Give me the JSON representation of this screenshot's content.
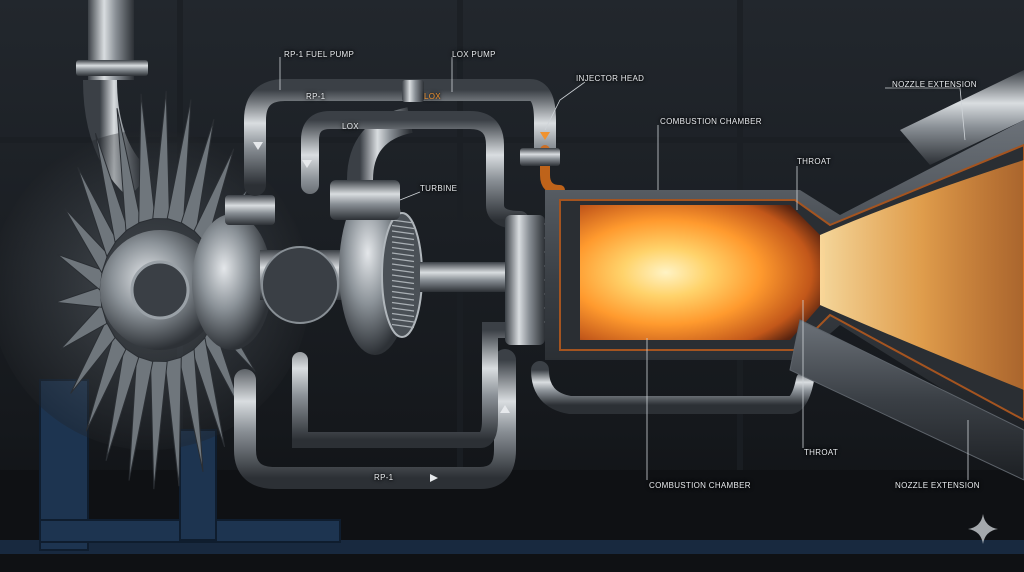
{
  "labels": {
    "rp1_fuel_pump": "RP-1 FUEL PUMP",
    "lox_pump": "LOX PUMP",
    "injector_head": "INJECTOR HEAD",
    "combustion_chamber_top": "COMBUSTION CHAMBER",
    "nozzle_extension_top": "NOZZLE EXTENSION",
    "throat_top": "THROAT",
    "turbine": "TURBINE",
    "rp1_upper": "RP-1",
    "lox_upper": "LOX",
    "lox_mid": "LOX",
    "rp1_lower": "RP-1",
    "combustion_chamber_bottom": "COMBUSTION CHAMBER",
    "throat_bottom": "THROAT",
    "nozzle_extension_bottom": "NOZZLE EXTENSION"
  },
  "colors": {
    "background": "#16191d",
    "metal": "#7d848b",
    "flame": "#ff9a2e",
    "label_text": "#e9ecef",
    "lox_accent": "#f0922e"
  },
  "icons": {
    "corner": "sparkle-icon"
  }
}
